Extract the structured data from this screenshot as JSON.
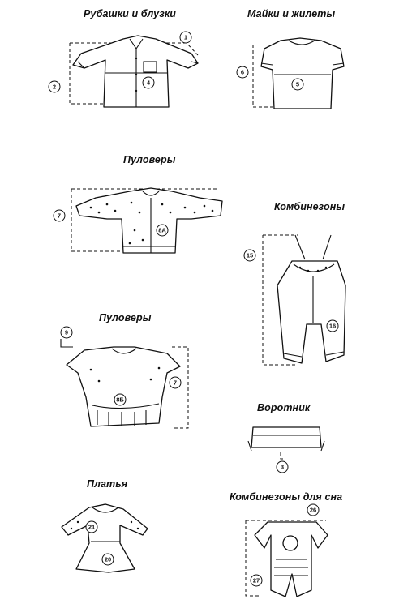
{
  "sections": [
    {
      "id": "shirts",
      "title": "Рубашки и блузки",
      "badges": [
        "1",
        "2",
        "4"
      ]
    },
    {
      "id": "tshirts",
      "title": "Майки и жилеты",
      "badges": [
        "6",
        "5"
      ]
    },
    {
      "id": "pullovers1",
      "title": "Пуловеры",
      "badges": [
        "7",
        "8A"
      ]
    },
    {
      "id": "overalls",
      "title": "Комбинезоны",
      "badges": [
        "15",
        "16"
      ]
    },
    {
      "id": "pullovers2",
      "title": "Пуловеры",
      "badges": [
        "9",
        "7",
        "8Б"
      ]
    },
    {
      "id": "collar",
      "title": "Воротник",
      "badges": [
        "3"
      ]
    },
    {
      "id": "dresses",
      "title": "Платья",
      "badges": [
        "21",
        "20"
      ]
    },
    {
      "id": "sleepsuits",
      "title": "Комбинезоны для сна",
      "badges": [
        "26",
        "27"
      ]
    }
  ]
}
